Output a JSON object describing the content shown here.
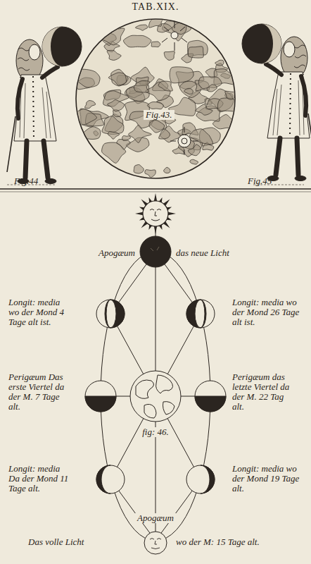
{
  "diagram": {
    "title": "TAB.XIX.",
    "labels": [
      "Fig.43.",
      "Fig.44",
      "Fig.45",
      "Apogæum",
      "das neue Licht",
      "Longit: media wo der Mond 4 Tage alt ist.",
      "Longit: media wo der Mond 26 Tage alt ist.",
      "Perigæum Das erste Viertel da der M. 7 Tage alt.",
      "Perigæum das letzte Viertel da der M. 22 Tag alt.",
      "fig: 46.",
      "Longit: media Da der Mond 11 Tage alt.",
      "Longit: media wo der Mond 19 Tage alt.",
      "Apogæum",
      "Das volle Licht",
      "wo der M: 15 Tage alt."
    ]
  }
}
